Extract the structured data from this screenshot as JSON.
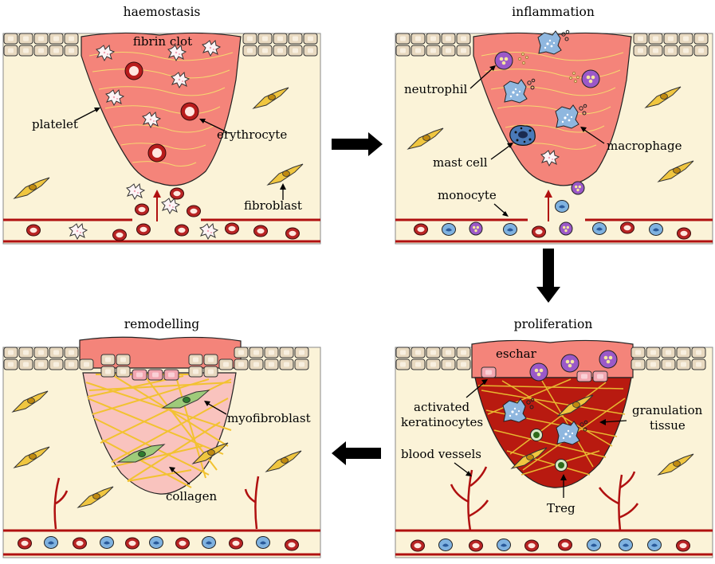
{
  "panels": {
    "haemostasis": {
      "title": "haemostasis",
      "labels": {
        "fibrin_clot": "fibrin clot",
        "platelet": "platelet",
        "erythrocyte": "erythrocyte",
        "fibroblast": "fibroblast"
      }
    },
    "inflammation": {
      "title": "inflammation",
      "labels": {
        "neutrophil": "neutrophil",
        "macrophage": "macrophage",
        "mast_cell": "mast cell",
        "monocyte": "monocyte"
      }
    },
    "proliferation": {
      "title": "proliferation",
      "labels": {
        "eschar": "eschar",
        "activated_line1": "activated",
        "activated_line2": "keratinocytes",
        "granulation_line1": "granulation",
        "granulation_line2": "tissue",
        "blood_vessels": "blood vessels",
        "treg": "Treg"
      }
    },
    "remodelling": {
      "title": "remodelling",
      "labels": {
        "myofibroblast": "myofibroblast",
        "collagen": "collagen"
      }
    }
  },
  "colors": {
    "panel_bg": "#fbf3d8",
    "border": "#888888",
    "skin_cell": "#e8d9c0",
    "clot": "#f4847a",
    "granulation": "#b81a10",
    "remodel_fill": "#f9c3be",
    "vessel": "#b01010",
    "collagen": "#f2c230",
    "fibroblast": "#f0c640",
    "erythrocyte": "#b82424",
    "neutrophil": "#9b59c8",
    "macrophage": "#8fb7df",
    "monocyte": "#7fb2e0",
    "keratinocyte": "#f2a6b0",
    "arrow": "#000000"
  },
  "icons": [
    "flow-arrow-right-icon",
    "flow-arrow-down-icon",
    "flow-arrow-left-icon"
  ]
}
